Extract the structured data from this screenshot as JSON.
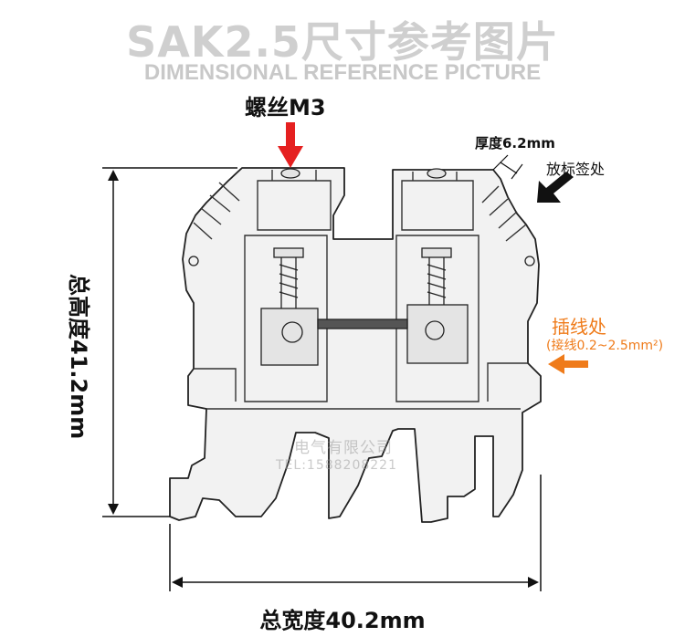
{
  "title_cn": "SAK2.5尺寸参考图片",
  "title_en": "DIMENSIONAL REFERENCE PICTURE",
  "labels": {
    "screw": "螺丝M3",
    "thickness": "厚度6.2mm",
    "marker": "放标签处",
    "insertion": "插线处",
    "wire_range": "(接线0.2~2.5mm²)",
    "total_height": "总高度41.2mm",
    "total_width": "总宽度40.2mm"
  },
  "watermark": {
    "company": "电气有限公司",
    "tel": "TEL:1588208221"
  },
  "colors": {
    "arrow_red": "#e52020",
    "arrow_orange": "#ef7b1a",
    "arrow_black": "#111111",
    "title_gray": "#cfcfcf",
    "terminal_fill": "#f2f2f2",
    "line": "#222222"
  },
  "icons": [
    "red-down-arrow-icon",
    "black-diagonal-arrow-icon",
    "orange-left-arrow-icon",
    "dimension-arrow-icon"
  ]
}
